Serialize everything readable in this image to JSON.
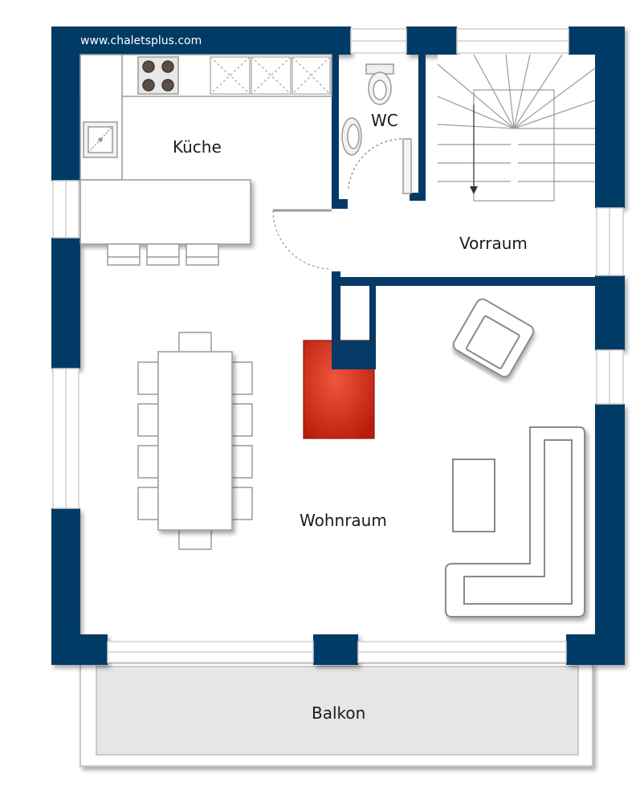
{
  "watermark": "www.chaletsplus.com",
  "rooms": {
    "kitchen": "Küche",
    "wc": "WC",
    "hallway": "Vorraum",
    "living": "Wohnraum",
    "balcony": "Balkon"
  },
  "colors": {
    "wall": "#053a66",
    "floor": "#ffffff",
    "balcony_floor": "#e6e6e6",
    "stove": "#d42a16",
    "furniture_stroke": "#9a9a9a",
    "window_frame": "#cfcfcf"
  },
  "icons": [
    "cooktop-icon",
    "sink-icon",
    "toilet-icon",
    "washbasin-icon",
    "staircase-icon",
    "armchair-icon",
    "sofa-icon",
    "stove-icon"
  ]
}
